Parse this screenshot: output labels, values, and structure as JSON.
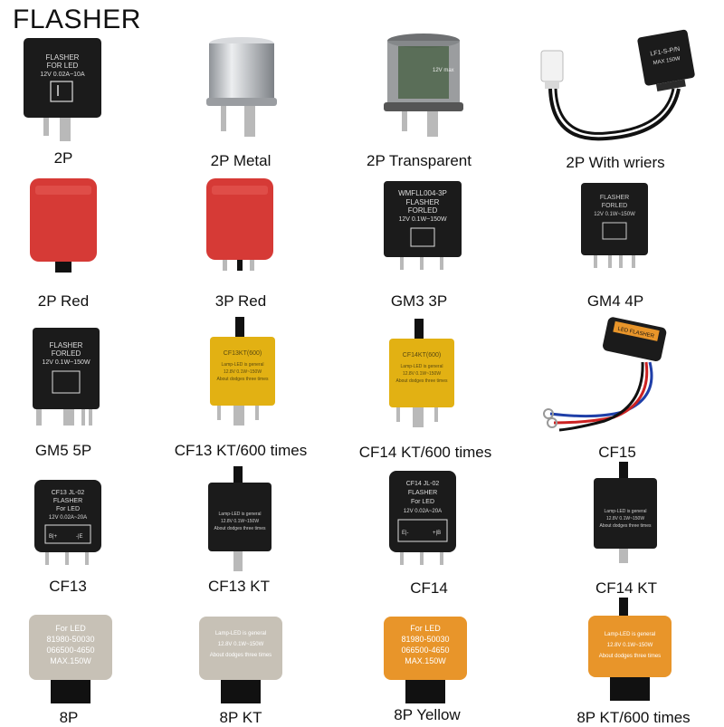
{
  "title": "FLASHER",
  "colors": {
    "black_body": "#1b1b1b",
    "red_body": "#d63a36",
    "yellow_body": "#e2b113",
    "orange_body": "#e8952a",
    "beige_body": "#c7c1b6",
    "metal": "#c8cbcf",
    "pin": "#b9b9b9"
  },
  "items": [
    {
      "caption": "2P",
      "labels": [
        "FLASHER",
        "FOR LED",
        "12V 0.02A~10A"
      ]
    },
    {
      "caption": "2P Metal",
      "labels": []
    },
    {
      "caption": "2P Transparent",
      "labels": [
        "12V max"
      ]
    },
    {
      "caption": "2P With wriers",
      "labels": [
        "LF1-S-P/N",
        "MAX 150W"
      ]
    },
    {
      "caption": "2P Red",
      "labels": []
    },
    {
      "caption": "3P Red",
      "labels": []
    },
    {
      "caption": "GM3 3P",
      "labels": [
        "WMFLL004-3P",
        "FLASHER",
        "FORLED",
        "12V 0.1W~150W"
      ]
    },
    {
      "caption": "GM4 4P",
      "labels": [
        "FLASHER",
        "FORLED",
        "12V 0.1W~150W"
      ]
    },
    {
      "caption": "GM5 5P",
      "labels": [
        "FLASHER",
        "FORLED",
        "12V 0.1W~150W"
      ]
    },
    {
      "caption": "CF13 KT/600 times",
      "labels": [
        "CF13KT(600)",
        "Lamp-LED is general",
        "12.8V 0.1W~150W",
        "About dodges three times"
      ]
    },
    {
      "caption": "CF14 KT/600 times",
      "labels": [
        "CF14KT(600)",
        "Lamp-LED is general",
        "12.8V 0.1W~150W",
        "About dodges three times"
      ]
    },
    {
      "caption": "CF15",
      "labels": [
        "LED FLASHER"
      ]
    },
    {
      "caption": "CF13",
      "labels": [
        "CF13 JL-02",
        "FLASHER",
        "For LED",
        "12V 0.02A~20A",
        "B|+",
        "-|E"
      ]
    },
    {
      "caption": "CF13 KT",
      "labels": [
        "Lamp-LED is general",
        "12.8V 0.1W~150W",
        "About dodges three times"
      ]
    },
    {
      "caption": "CF14",
      "labels": [
        "CF14 JL-02",
        "FLASHER",
        "For LED",
        "12V 0.02A~20A",
        "E|-",
        "+|B"
      ]
    },
    {
      "caption": "CF14 KT",
      "labels": [
        "Lamp-LED is general",
        "12.8V 0.1W~150W",
        "About dodges three times"
      ]
    },
    {
      "caption": "8P",
      "labels": [
        "For LED",
        "81980-50030",
        "066500-4650",
        "MAX.150W"
      ]
    },
    {
      "caption": "8P KT",
      "labels": [
        "Lamp-LED is general",
        "12.8V 0.1W~150W",
        "About dodges three times"
      ]
    },
    {
      "caption": "8P Yellow",
      "labels": [
        "For LED",
        "81980-50030",
        "066500-4650",
        "MAX.150W"
      ]
    },
    {
      "caption": "8P KT/600 times",
      "labels": [
        "Lamp-LED is general",
        "12.8V 0.1W~150W",
        "About dodges three times"
      ]
    }
  ]
}
